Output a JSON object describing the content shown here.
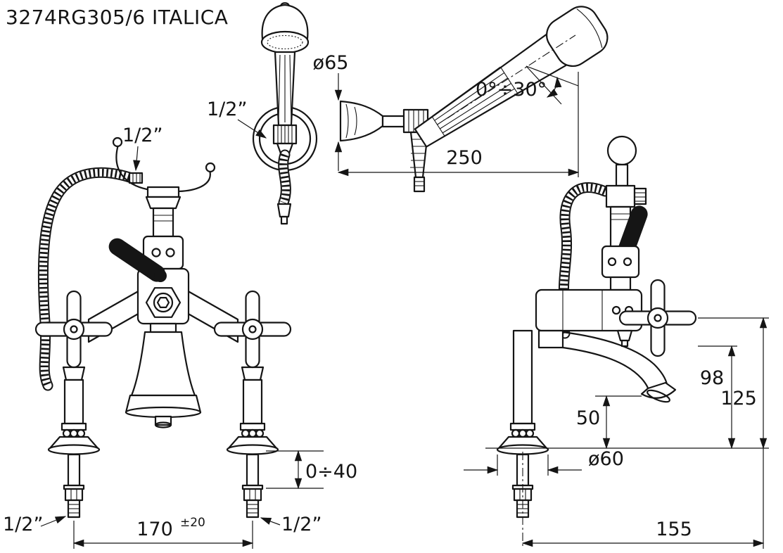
{
  "colors": {
    "ink": "#151515",
    "background": "#ffffff"
  },
  "title": "3274RG305/6  ITALICA",
  "labels": {
    "bracket_connection": "1/2”",
    "faucet_connection": "1/2”",
    "inlet_left": "1/2”",
    "inlet_right": "1/2”"
  },
  "dims": {
    "head_diameter": "ø65",
    "tilt_range": "0°÷30°",
    "handshower_length": "250",
    "spout_height": "98",
    "overall_height": "125",
    "outlet_clearance": "50",
    "deck_thickness_range": "0÷40",
    "flange_diameter": "ø60",
    "inlet_centers": "170",
    "inlet_centers_tolerance": "±20",
    "side_extension": "155"
  }
}
